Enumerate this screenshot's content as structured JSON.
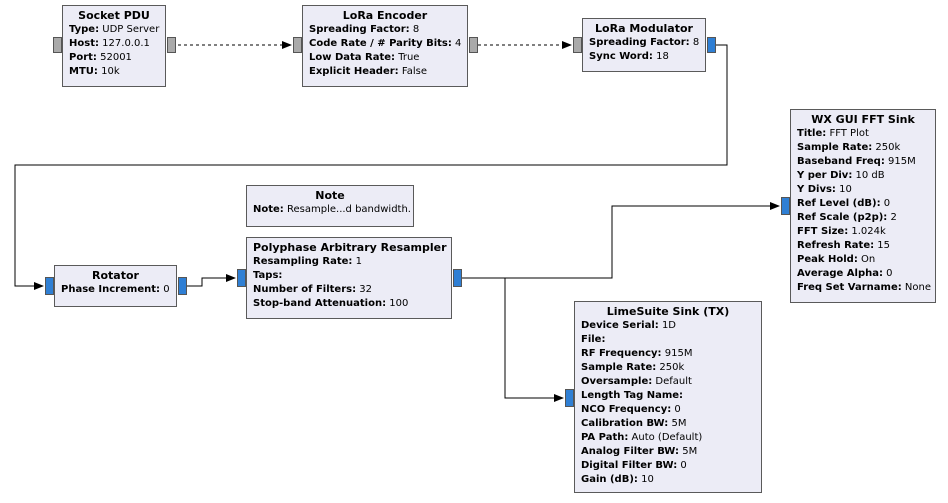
{
  "blocks": {
    "socket_pdu": {
      "title": "Socket PDU",
      "params": [
        {
          "label": "Type:",
          "value": "UDP Server"
        },
        {
          "label": "Host:",
          "value": "127.0.0.1"
        },
        {
          "label": "Port:",
          "value": "52001"
        },
        {
          "label": "MTU:",
          "value": "10k"
        }
      ]
    },
    "lora_encoder": {
      "title": "LoRa Encoder",
      "params": [
        {
          "label": "Spreading Factor:",
          "value": "8"
        },
        {
          "label": "Code Rate / # Parity Bits:",
          "value": "4"
        },
        {
          "label": "Low Data Rate:",
          "value": "True"
        },
        {
          "label": "Explicit Header:",
          "value": "False"
        }
      ]
    },
    "lora_modulator": {
      "title": "LoRa Modulator",
      "params": [
        {
          "label": "Spreading Factor:",
          "value": "8"
        },
        {
          "label": "Sync Word:",
          "value": "18"
        }
      ]
    },
    "note": {
      "title": "Note",
      "params": [
        {
          "label": "Note:",
          "value": "Resample...d bandwidth."
        }
      ]
    },
    "rotator": {
      "title": "Rotator",
      "params": [
        {
          "label": "Phase Increment:",
          "value": "0"
        }
      ]
    },
    "resampler": {
      "title": "Polyphase Arbitrary Resampler",
      "params": [
        {
          "label": "Resampling Rate:",
          "value": "1"
        },
        {
          "label": "Taps:",
          "value": ""
        },
        {
          "label": "Number of Filters:",
          "value": "32"
        },
        {
          "label": "Stop-band Attenuation:",
          "value": "100"
        }
      ]
    },
    "fft_sink": {
      "title": "WX GUI FFT Sink",
      "params": [
        {
          "label": "Title:",
          "value": "FFT Plot"
        },
        {
          "label": "Sample Rate:",
          "value": "250k"
        },
        {
          "label": "Baseband Freq:",
          "value": "915M"
        },
        {
          "label": "Y per Div:",
          "value": "10 dB"
        },
        {
          "label": "Y Divs:",
          "value": "10"
        },
        {
          "label": "Ref Level (dB):",
          "value": "0"
        },
        {
          "label": "Ref Scale (p2p):",
          "value": "2"
        },
        {
          "label": "FFT Size:",
          "value": "1.024k"
        },
        {
          "label": "Refresh Rate:",
          "value": "15"
        },
        {
          "label": "Peak Hold:",
          "value": "On"
        },
        {
          "label": "Average Alpha:",
          "value": "0"
        },
        {
          "label": "Freq Set Varname:",
          "value": "None"
        }
      ]
    },
    "limesuite_sink": {
      "title": "LimeSuite Sink (TX)",
      "params": [
        {
          "label": "Device Serial:",
          "value": "1D"
        },
        {
          "label": "File:",
          "value": ""
        },
        {
          "label": "RF Frequency:",
          "value": "915M"
        },
        {
          "label": "Sample Rate:",
          "value": "250k"
        },
        {
          "label": "Oversample:",
          "value": "Default"
        },
        {
          "label": "Length Tag Name:",
          "value": ""
        },
        {
          "label": "NCO Frequency:",
          "value": "0"
        },
        {
          "label": "Calibration BW:",
          "value": "5M"
        },
        {
          "label": "PA Path:",
          "value": "Auto (Default)"
        },
        {
          "label": "Analog Filter BW:",
          "value": "5M"
        },
        {
          "label": "Digital Filter BW:",
          "value": "0"
        },
        {
          "label": "Gain (dB):",
          "value": "10"
        }
      ]
    }
  },
  "colors": {
    "block_fill": "#ececf6",
    "port_stream": "#2f7fd4",
    "port_message": "#aaaaaa",
    "wire": "#000000"
  }
}
